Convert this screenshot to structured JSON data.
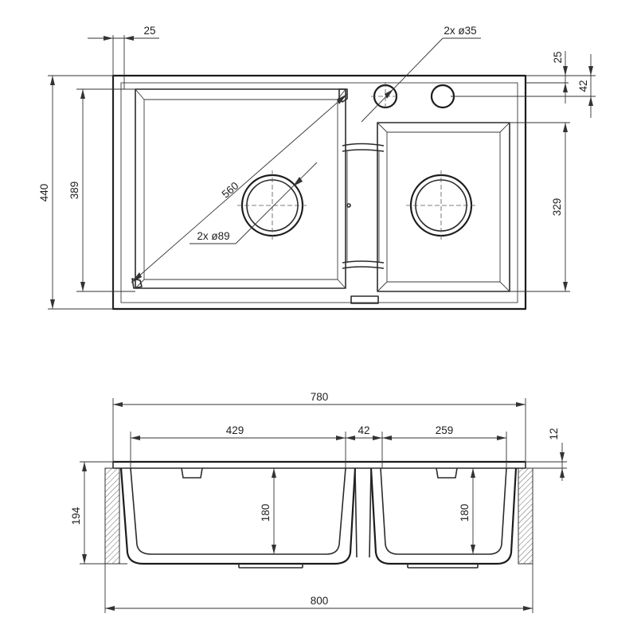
{
  "top_view": {
    "dims": {
      "flange_offset": "25",
      "tap_hole": "2x ø35",
      "top_offset": "25",
      "tap_hole_offset": "42",
      "overall_depth": "440",
      "large_bowl_depth": "389",
      "diagonal": "560",
      "drain": "2x ø89",
      "small_bowl_depth": "329"
    }
  },
  "section_view": {
    "dims": {
      "inner_width": "780",
      "large_bowl_width": "429",
      "divider_width": "42",
      "small_bowl_width": "259",
      "flange_thickness": "12",
      "overall_height": "194",
      "large_bowl_height": "180",
      "small_bowl_height": "180",
      "overall_width": "800"
    }
  }
}
